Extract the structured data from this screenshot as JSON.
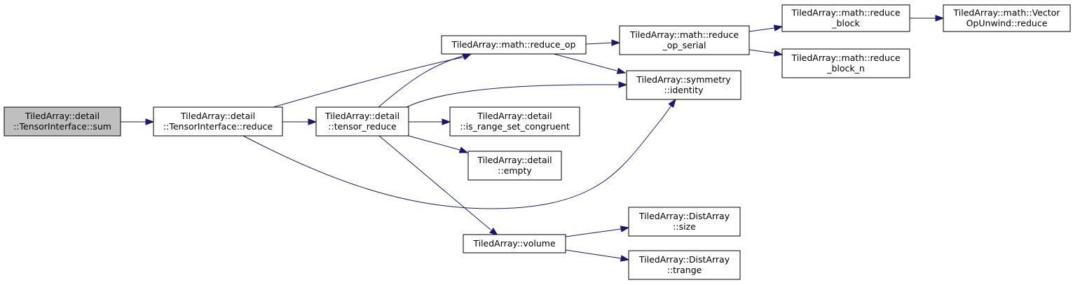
{
  "colors": {
    "edge": "#191970",
    "node_fill": "#ffffff",
    "root_fill": "#bfbfbf",
    "node_border": "#000000"
  },
  "nodes": [
    {
      "id": "sum",
      "lines": [
        "TiledArray::detail",
        "::TensorInterface::sum"
      ],
      "root": true
    },
    {
      "id": "ti_reduce",
      "lines": [
        "TiledArray::detail",
        "::TensorInterface::reduce"
      ]
    },
    {
      "id": "tensor_reduce",
      "lines": [
        "TiledArray::detail",
        "::tensor_reduce"
      ]
    },
    {
      "id": "reduce_op",
      "lines": [
        "TiledArray::math::reduce_op"
      ]
    },
    {
      "id": "reduce_op_serial",
      "lines": [
        "TiledArray::math::reduce",
        "_op_serial"
      ]
    },
    {
      "id": "reduce_block",
      "lines": [
        "TiledArray::math::reduce",
        "_block"
      ]
    },
    {
      "id": "vector_op_unwind",
      "lines": [
        "TiledArray::math::Vector",
        "OpUnwind::reduce"
      ]
    },
    {
      "id": "reduce_block_n",
      "lines": [
        "TiledArray::math::reduce",
        "_block_n"
      ]
    },
    {
      "id": "symmetry_identity",
      "lines": [
        "TiledArray::symmetry",
        "::identity"
      ]
    },
    {
      "id": "is_range_set_congruent",
      "lines": [
        "TiledArray::detail",
        "::is_range_set_congruent"
      ]
    },
    {
      "id": "empty",
      "lines": [
        "TiledArray::detail",
        "::empty"
      ]
    },
    {
      "id": "volume",
      "lines": [
        "TiledArray::volume"
      ]
    },
    {
      "id": "distarray_size",
      "lines": [
        "TiledArray::DistArray",
        "::size"
      ]
    },
    {
      "id": "distarray_trange",
      "lines": [
        "TiledArray::DistArray",
        "::trange"
      ]
    }
  ],
  "edges": [
    {
      "from": "sum",
      "to": "ti_reduce"
    },
    {
      "from": "ti_reduce",
      "to": "reduce_op"
    },
    {
      "from": "ti_reduce",
      "to": "tensor_reduce"
    },
    {
      "from": "ti_reduce",
      "to": "symmetry_identity"
    },
    {
      "from": "tensor_reduce",
      "to": "reduce_op"
    },
    {
      "from": "tensor_reduce",
      "to": "symmetry_identity"
    },
    {
      "from": "tensor_reduce",
      "to": "is_range_set_congruent"
    },
    {
      "from": "tensor_reduce",
      "to": "empty"
    },
    {
      "from": "tensor_reduce",
      "to": "volume"
    },
    {
      "from": "reduce_op",
      "to": "reduce_op_serial"
    },
    {
      "from": "reduce_op",
      "to": "symmetry_identity"
    },
    {
      "from": "reduce_op_serial",
      "to": "reduce_block"
    },
    {
      "from": "reduce_op_serial",
      "to": "reduce_block_n"
    },
    {
      "from": "reduce_block",
      "to": "vector_op_unwind"
    },
    {
      "from": "volume",
      "to": "distarray_size"
    },
    {
      "from": "volume",
      "to": "distarray_trange"
    }
  ]
}
